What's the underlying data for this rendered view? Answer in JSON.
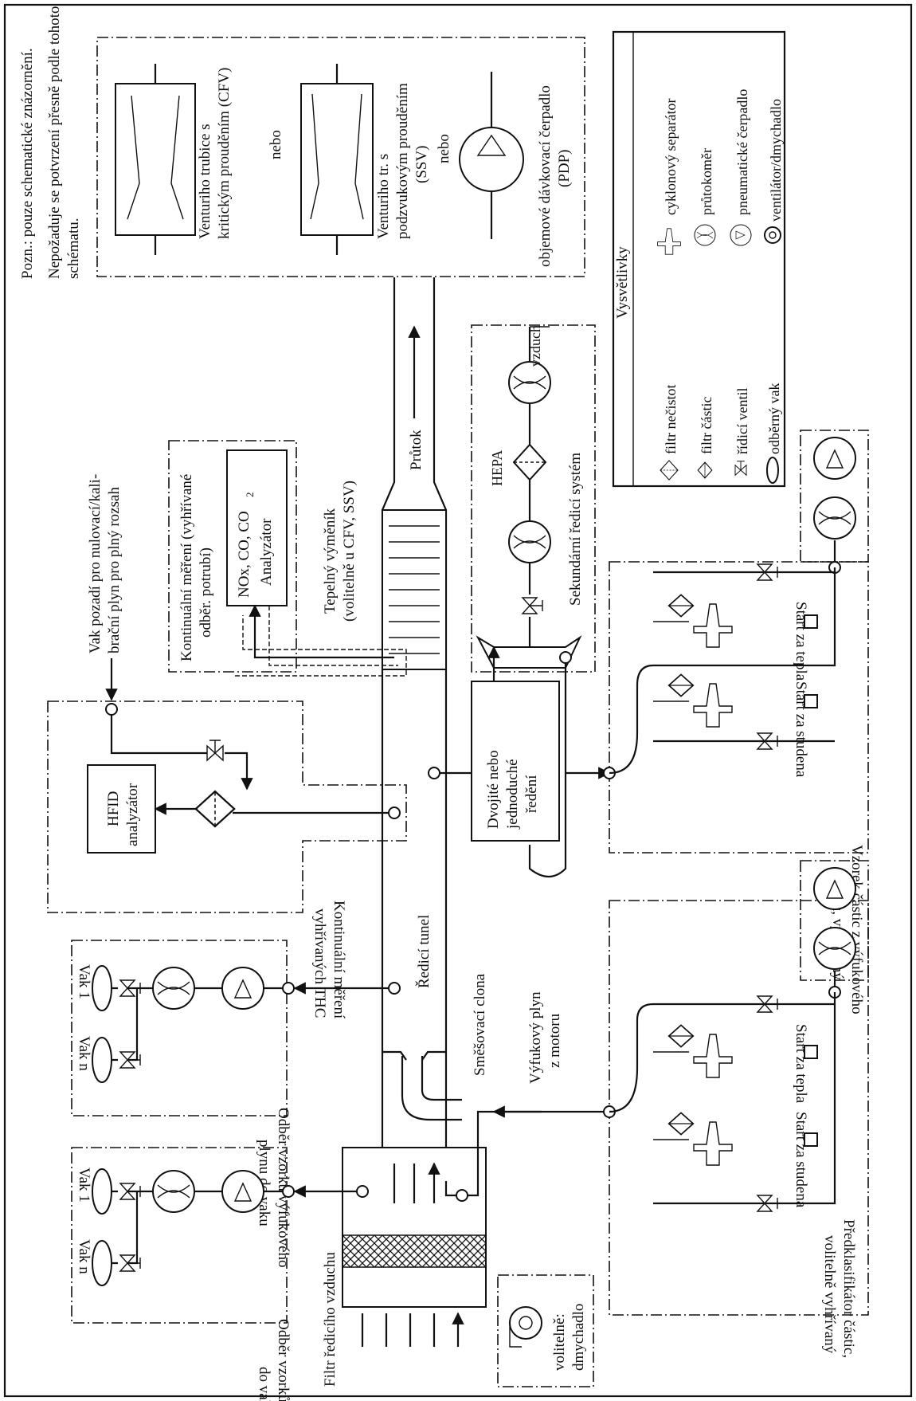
{
  "notes": {
    "line1": "Pozn.: pouze schematické znázornění.",
    "line2": "Nepožaduje se potvrzení přesně podle tohoto",
    "line3": "schématu."
  },
  "flow_meters": {
    "cfv_line1": "Venturiho trubice s",
    "cfv_line2": "kritickým prouděním (CFV)",
    "or1": "nebo",
    "ssv_line1": "Venturiho tr. s",
    "ssv_line2": "podzvukovým prouděním",
    "ssv_line3": "(SSV)",
    "or2": "nebo",
    "pdp_line1": "objemové dávkovací čerpadlo",
    "pdp_line2": "(PDP)"
  },
  "legend": {
    "title": "Vysvětlivky",
    "items": [
      "cyklonový separátor",
      "průtokoměr",
      "pneumatické čerpadlo",
      "ventilátor/dmychadlo",
      "filtr nečistot",
      "filtr částic",
      "řídicí ventil",
      "odběrný vak"
    ]
  },
  "tunnel": {
    "flow_label": "Průtok",
    "heat_exchanger_line1": "Tepelný výměník",
    "heat_exchanger_line2": "(volitelně u CFV, SSV)",
    "dilution_tunnel": "Ředicí tunel",
    "mixing_orifice": "Směšovací clona",
    "exhaust_line1": "Výfukový plyn",
    "exhaust_line2": "z motoru",
    "dilution_air_filter": "Filtr ředicího vzduchu",
    "optional_line1": "volitelně:",
    "optional_line2": "dmychadlo"
  },
  "continuous": {
    "nox_label": "NOx, CO, CO",
    "nox_sub": "2",
    "analyzer": "Analyzátor",
    "cont_line1": "Kontinuální měření (vyhřívané",
    "cont_line2": "odběr. potrubí)",
    "bag_line1": "Vak pozadí pro nulovací/kali-",
    "bag_line2": "brační plyn pro plný rozsah",
    "hfid_line1": "HFID",
    "hfid_line2": "analyzátor",
    "thc_line1": "Kontinuální měření",
    "thc_line2": "vyhřívaných THC"
  },
  "secondary": {
    "hepa": "HEPA",
    "air": "vzduch",
    "system": "Sekundární ředicí systém",
    "double_line1": "Dvojité nebo",
    "double_line2": "jednoduché",
    "double_line3": "ředění"
  },
  "pm_hot": {
    "cold_start": "Start za studena",
    "hot_start": "Start za tepla",
    "title_line1": "Vzorek částic z výfukového",
    "title_line2": "plynu, vyhřívaný"
  },
  "pm_optional": {
    "cold_start": "Start za studena",
    "hot_start": "Start za tepla",
    "title_line1": "Předklasifikátor částic,",
    "title_line2": "volitelně vyhřívaný"
  },
  "bags": {
    "exhaust_line1": "Odběr vzorků výfukového",
    "exhaust_line2": "plynu do vaku",
    "background_line1": "Odběr vzorků pozadí",
    "background_line2": "do vaku",
    "vak_n": "Vak n",
    "vak_1": "Vak 1"
  }
}
